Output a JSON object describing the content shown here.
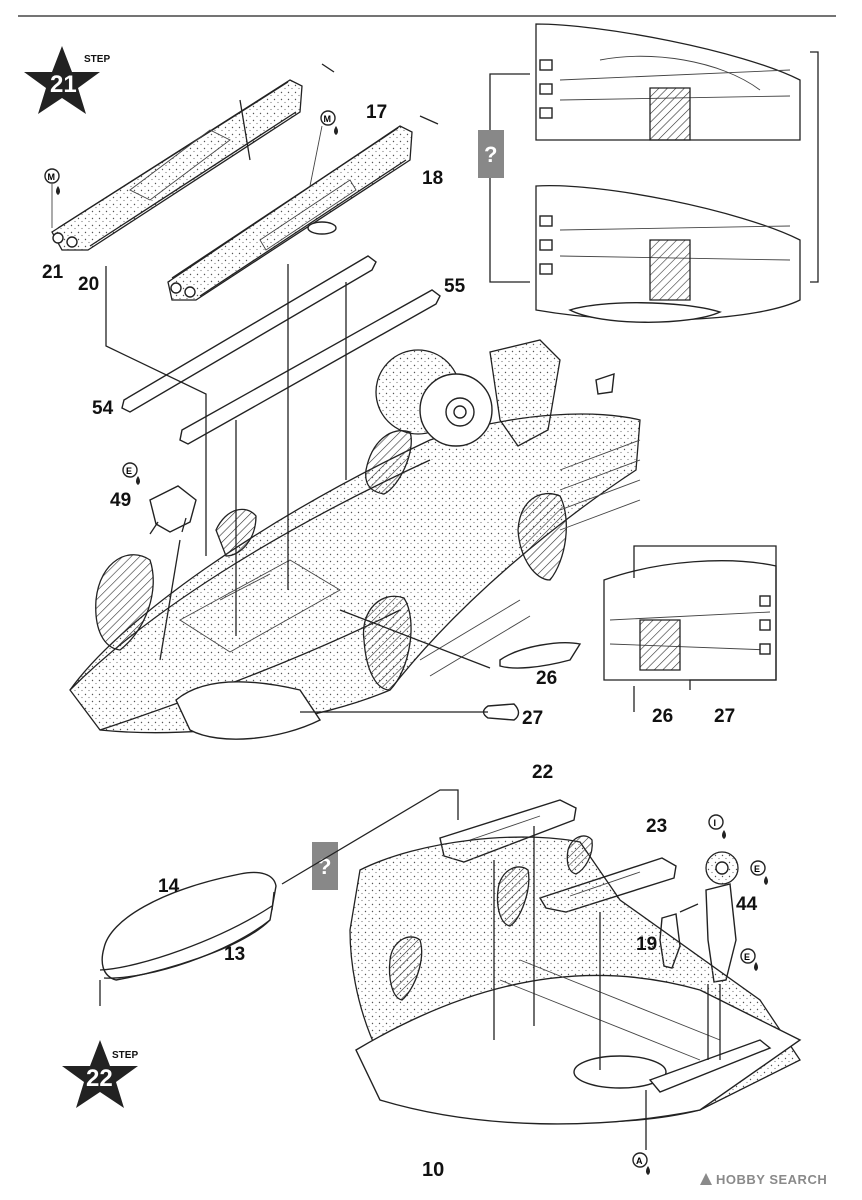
{
  "steps": [
    {
      "label": "STEP",
      "number": "21"
    },
    {
      "label": "STEP",
      "number": "22"
    }
  ],
  "part_numbers": {
    "p17": "17",
    "p18": "18",
    "p20": "20",
    "p21": "21",
    "p54": "54",
    "p55": "55",
    "p49": "49",
    "p26": "26",
    "p27": "27",
    "p26b": "26",
    "p27b": "27",
    "p22": "22",
    "p23": "23",
    "p14": "14",
    "p13": "13",
    "p44": "44",
    "p19": "19"
  },
  "paint_codes": {
    "m1": "M",
    "m2": "M",
    "e1": "E",
    "e2": "E",
    "e3": "E",
    "i1": "I",
    "a1": "A"
  },
  "option_marks": {
    "q1": "?",
    "q2": "?"
  },
  "page_number": "10",
  "watermark": "HOBBY SEARCH"
}
